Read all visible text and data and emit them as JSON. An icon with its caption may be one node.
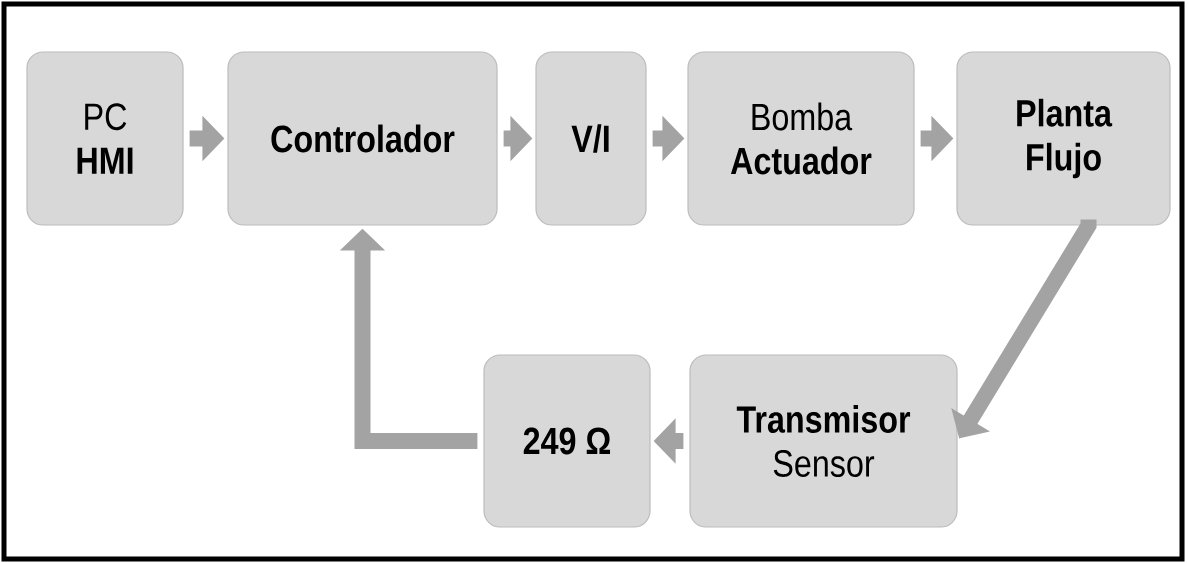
{
  "diagram": {
    "nodes": [
      {
        "text": [
          "PC",
          "HMI"
        ]
      },
      {
        "text": [
          "Controlador"
        ]
      },
      {
        "text": [
          "V/I"
        ]
      },
      {
        "text": [
          "Bomba",
          "Actuador"
        ]
      },
      {
        "text": [
          "Planta",
          "Flujo"
        ]
      },
      {
        "text": [
          "249 Ω"
        ]
      },
      {
        "text": [
          "Transmisor",
          "Sensor"
        ]
      }
    ],
    "edges": [
      {
        "from": 0,
        "to": 1,
        "arrow": "to"
      },
      {
        "from": 1,
        "to": 2,
        "arrow": "to"
      },
      {
        "from": 2,
        "to": 3,
        "arrow": "to"
      },
      {
        "from": 3,
        "to": 4,
        "arrow": "to"
      },
      {
        "from": 4,
        "to": 6,
        "arrow": "to"
      },
      {
        "from": 6,
        "to": 5,
        "arrow": "to"
      },
      {
        "from": 5,
        "to": 1,
        "arrow": "to"
      }
    ]
  }
}
